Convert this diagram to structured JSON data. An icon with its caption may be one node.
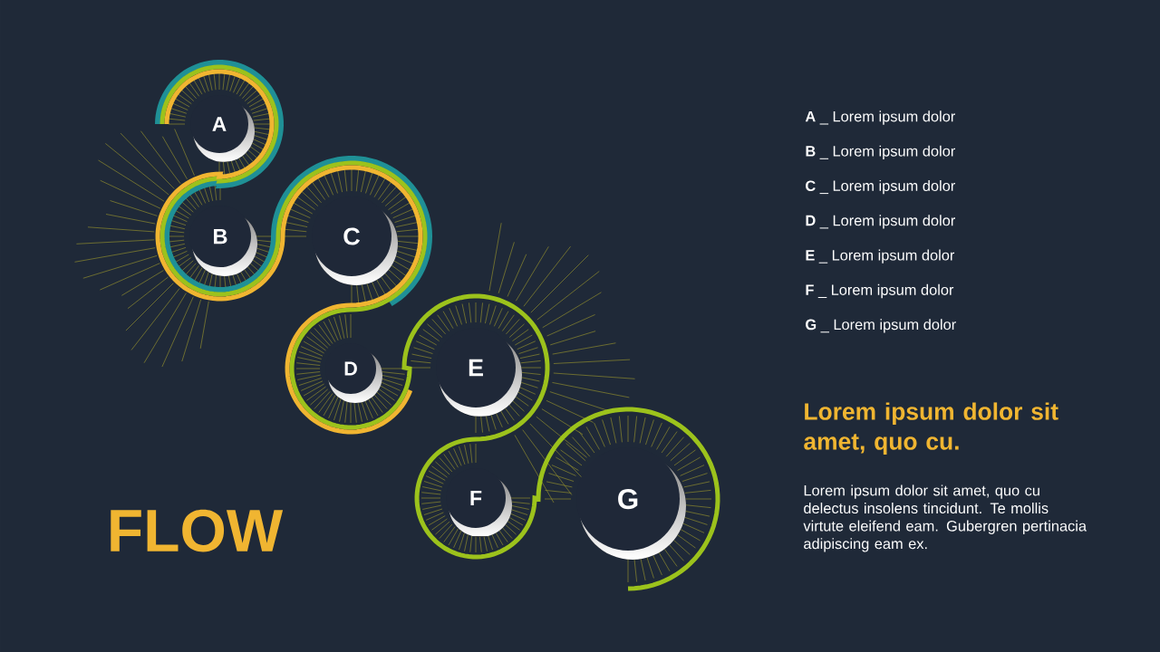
{
  "diagram": {
    "title": "FLOW",
    "nodes": [
      {
        "text": [
          "A"
        ]
      },
      {
        "text": [
          "B"
        ]
      },
      {
        "text": [
          "C"
        ]
      },
      {
        "text": [
          "D"
        ]
      },
      {
        "text": [
          "E"
        ]
      },
      {
        "text": [
          "F"
        ]
      },
      {
        "text": [
          "G"
        ]
      }
    ],
    "labels": [
      "**A** _ Lorem ipsum dolor",
      "**B** _ Lorem ipsum dolor",
      "**C** _ Lorem ipsum dolor",
      "**D** _ Lorem ipsum dolor",
      "**E** _ Lorem ipsum dolor",
      "**F** _ Lorem ipsum dolor",
      "**G** _ Lorem ipsum dolor",
      "Lorem ipsum dolor sit amet, quo cu.",
      "Lorem ipsum dolor sit amet, quo cu delectus insolens tincidunt. Te mollis virtute eleifend eam. Gubergren pertinacia adipiscing eam ex."
    ]
  }
}
